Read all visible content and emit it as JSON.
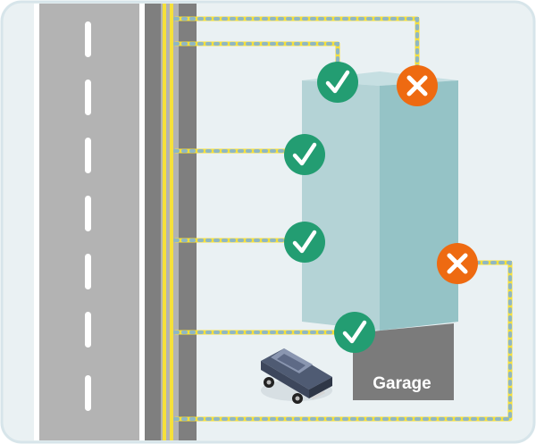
{
  "labels": {
    "garage": "Garage"
  },
  "icons": {
    "ok": "check-icon",
    "fail": "x-icon"
  },
  "colors": {
    "frame_border": "#d7e5ea",
    "background": "#eaf1f3",
    "road": "#b3b3b3",
    "road_edge": "#ffffff",
    "lane_mark": "#ffffff",
    "sidewalk": "#7f7f7f",
    "main_line": "#f5e03b",
    "branch_dash": "#f5e03b",
    "branch_dot": "#8fb7c3",
    "building_front": "#b4d3d6",
    "building_side": "#95c3c6",
    "building_top": "#c6dfe2",
    "garage": "#7b7b7b",
    "check_badge": "#239d72",
    "fail_badge": "#ee6a11",
    "car_body": "#4f5b73",
    "car_roof": "#8a96b0"
  },
  "connections": [
    {
      "id": "roof-right",
      "status": "fail"
    },
    {
      "id": "roof-left",
      "status": "ok"
    },
    {
      "id": "floor-upper",
      "status": "ok"
    },
    {
      "id": "floor-middle",
      "status": "ok"
    },
    {
      "id": "floor-lower",
      "status": "ok"
    },
    {
      "id": "right-side",
      "status": "fail"
    }
  ]
}
